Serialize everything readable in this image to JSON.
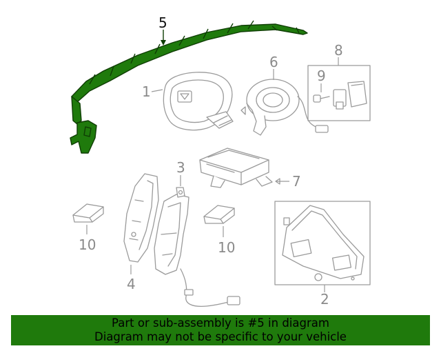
{
  "callouts": {
    "c1": "1",
    "c2": "2",
    "c3": "3",
    "c4": "4",
    "c5": "5",
    "c6": "6",
    "c7": "7",
    "c8": "8",
    "c9": "9",
    "c10a": "10",
    "c10b": "10"
  },
  "highlighted_part": "5",
  "banner": {
    "line1": "Part or sub-assembly is #5 in diagram",
    "line2": "Diagram may not be specific to your vehicle"
  },
  "colors": {
    "highlight": "#1f7a0c",
    "outline": "#9a9a9a",
    "banner": "#1f7a0c"
  }
}
